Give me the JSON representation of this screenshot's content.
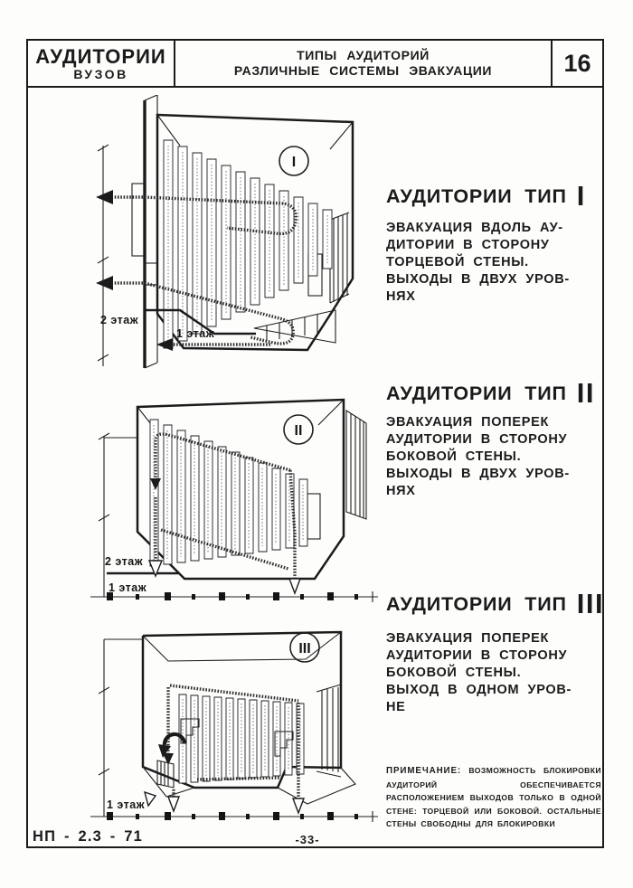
{
  "header": {
    "left_title": "АУДИТОРИИ",
    "left_subtitle": "ВУЗОВ",
    "center_line1": "ТИПЫ АУДИТОРИЙ",
    "center_line2": "РАЗЛИЧНЫЕ СИСТЕМЫ ЭВАКУАЦИИ",
    "page_number": "16"
  },
  "sections": [
    {
      "numeral": "I",
      "title": "АУДИТОРИИ ТИП",
      "lines": [
        "ЭВАКУАЦИЯ ВДОЛЬ АУ-",
        "ДИТОРИИ В СТОРОНУ",
        "ТОРЦЕВОЙ СТЕНЫ.",
        "ВЫХОДЫ В ДВУХ УРОВ-",
        "НЯХ"
      ],
      "level2": "2 этаж",
      "level1": "1 этаж"
    },
    {
      "numeral": "II",
      "title": "АУДИТОРИИ ТИП",
      "lines": [
        "ЭВАКУАЦИЯ ПОПЕРЕК",
        "АУДИТОРИИ В СТОРОНУ",
        "БОКОВОЙ СТЕНЫ.",
        "ВЫХОДЫ В ДВУХ УРОВ-",
        "НЯХ"
      ],
      "level2": "2 этаж",
      "level1": "1 этаж"
    },
    {
      "numeral": "III",
      "title": "АУДИТОРИИ ТИП",
      "lines": [
        "ЭВАКУАЦИЯ ПОПЕРЕК",
        "АУДИТОРИИ В СТОРОНУ",
        "БОКОВОЙ СТЕНЫ.",
        "ВЫХОД В ОДНОМ УРОВ-",
        "НЕ"
      ],
      "level1": "1 этаж"
    }
  ],
  "note": {
    "label": "ПРИМЕЧАНИЕ:",
    "text": "ВОЗМОЖНОСТЬ БЛОКИРОВКИ АУДИТОРИЙ ОБЕСПЕЧИВАЕТСЯ РАСПОЛОЖЕНИЕМ ВЫХОДОВ ТОЛЬКО В ОДНОЙ СТЕНЕ: ТОРЦЕВОЙ ИЛИ БОКОВОЙ. ОСТАЛЬНЫЕ СТЕНЫ СВОБОДНЫ ДЛЯ БЛОКИРОВКИ"
  },
  "footer": {
    "doc_code": "НП - 2.3 - 71",
    "page": "-33-"
  },
  "colors": {
    "ink": "#1b1b1b",
    "paper": "#fdfdfc"
  }
}
